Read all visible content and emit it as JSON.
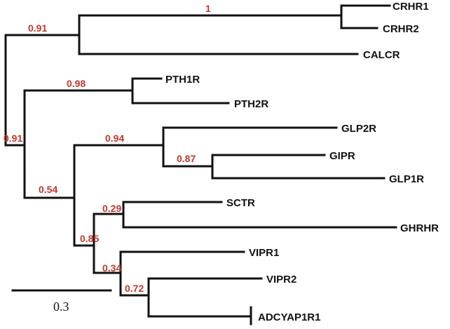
{
  "colors": {
    "branch": "#111111",
    "support": "#c0392b"
  },
  "taxa": [
    "CRHR1",
    "CRHR2",
    "CALCR",
    "PTH1R",
    "PTH2R",
    "GLP2R",
    "GIPR",
    "GLP1R",
    "SCTR",
    "GHRHR",
    "VIPR1",
    "VIPR2",
    "ADCYAP1R1"
  ],
  "support_values": {
    "crhr_clade": "1",
    "calcr_crhr_clade": "0.91",
    "pth_clade": "0.98",
    "glp2r_glp1r_gipr_clade": "0.94",
    "gipr_glp1r_clade": "0.87",
    "root_clade": "0.91",
    "glucagon_secretin_clade": "0.54",
    "sctr_ghrhr_clade": "0.29",
    "secretin_vip_clade": "0.85",
    "vipr1_clade": "0.34",
    "vipr2_adcyap1r1_clade": "0.72"
  },
  "scale_bar": {
    "label": "0.3"
  }
}
